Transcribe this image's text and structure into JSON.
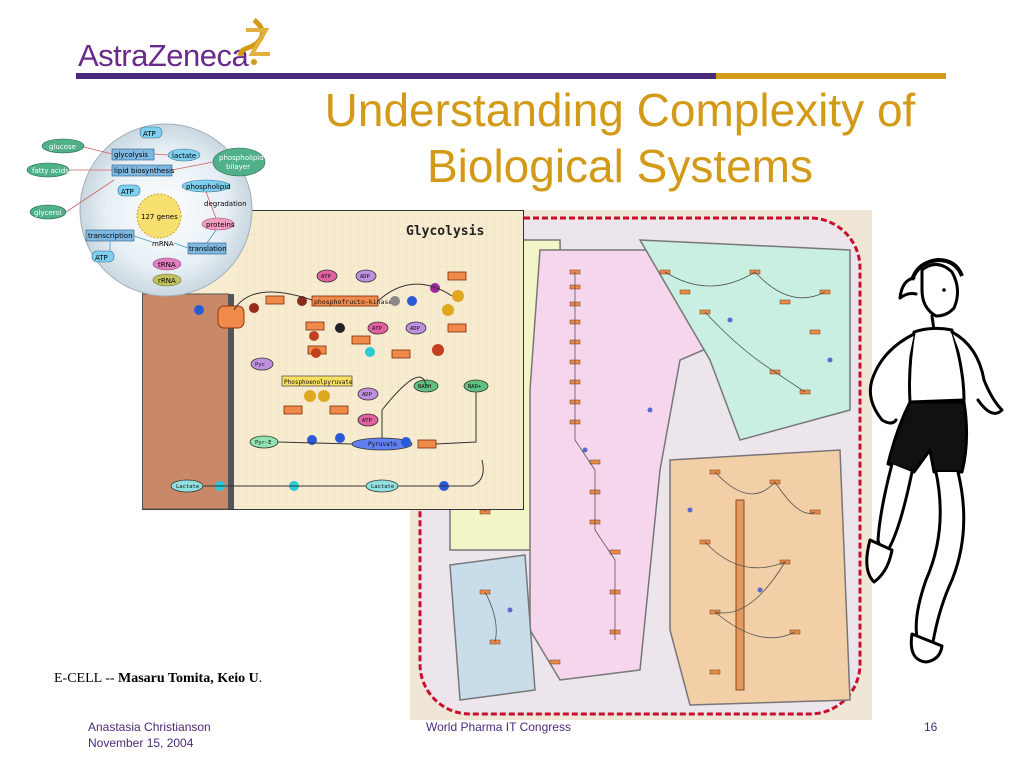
{
  "logo": {
    "text": "AstraZeneca",
    "colors": {
      "text": "#6a2a8c",
      "mark": "#d39a18"
    }
  },
  "title": {
    "line1": "Understanding Complexity of",
    "line2": "Biological Systems"
  },
  "cell_diagram": {
    "labels": {
      "atp_top": "ATP",
      "glucose": "glucose",
      "glycolysis": "glycolysis",
      "lactate": "lactate",
      "fatty_acids": "fatty acids",
      "lipid_biosynthesis": "lipid biosynthesis",
      "phospholipid_bilayer_1": "phospholipid",
      "phospholipid_bilayer_2": "bilayer",
      "atp_mid": "ATP",
      "phospholipid": "phospholipid",
      "degradation": "degradation",
      "glycerol": "glycerol",
      "genes": "127 genes",
      "proteins": "proteins",
      "transcription": "transcription",
      "mrna": "mRNA",
      "translation": "translation",
      "atp_bottom": "ATP",
      "trna": "tRNA",
      "rrna": "rRNA"
    }
  },
  "glycolysis_panel": {
    "title": "Glycolysis",
    "labels": {
      "atp_1": "ATP",
      "adp_1": "ADP",
      "pfk": "phosphofructo-kinase",
      "atp_2": "ATP",
      "adp_2": "ADP",
      "pyc": "Pyc",
      "pep": "Phosphoenolpyruvate",
      "nadh": "NADH",
      "nad": "NAD+",
      "adp_3": "ADP",
      "atp_3": "ATP",
      "pyr_e": "Pyr-E",
      "pyruvate": "Pyruvate",
      "lactate_left": "Lactate",
      "lactate_right": "Lactate"
    }
  },
  "caption": {
    "prefix": "E-CELL -- ",
    "bold": "Masaru Tomita, Keio U",
    "suffix": "."
  },
  "footer": {
    "author": "Anastasia Christianson",
    "date": "November 15, 2004",
    "event": "World Pharma IT Congress",
    "page": "16"
  },
  "colors": {
    "title": "#d39a18",
    "footer": "#4b2a7b",
    "rule_purple": "#4b2a7b",
    "rule_gold": "#d39a18"
  }
}
